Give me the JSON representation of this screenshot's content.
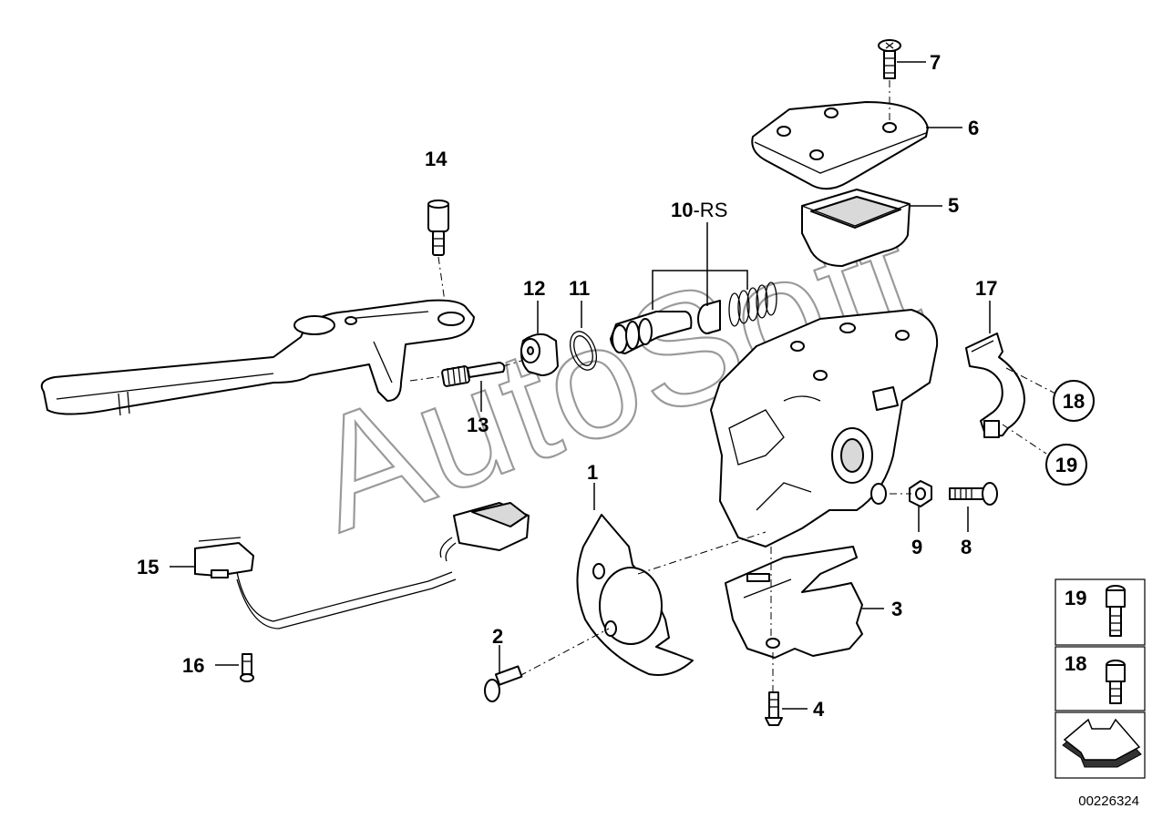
{
  "watermark": "AutoSoft",
  "document_id": "00226324",
  "callouts": {
    "c1": "1",
    "c2": "2",
    "c3": "3",
    "c4": "4",
    "c5": "5",
    "c6": "6",
    "c7": "7",
    "c8": "8",
    "c9": "9",
    "c10": "10",
    "c10_suffix": "-RS",
    "c11": "11",
    "c12": "12",
    "c13": "13",
    "c14": "14",
    "c15": "15",
    "c16": "16",
    "c17": "17",
    "c18": "18",
    "c19": "19"
  },
  "legend": {
    "item_19": "19",
    "item_18": "18"
  }
}
